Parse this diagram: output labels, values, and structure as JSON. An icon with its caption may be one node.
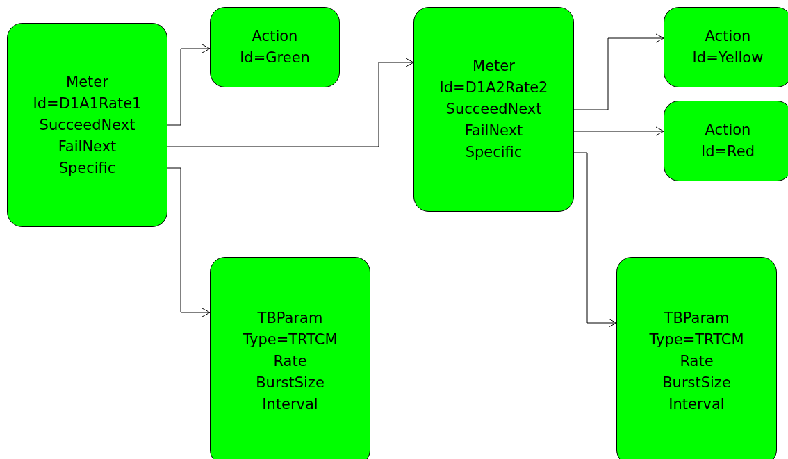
{
  "diagram": {
    "nodes": [
      {
        "text": [
          "Meter",
          "Id=D1A1Rate1",
          "SucceedNext",
          "FailNext",
          "Specific"
        ]
      },
      {
        "text": [
          "Action",
          "Id=Green"
        ]
      },
      {
        "text": [
          "TBParam",
          "Type=TRTCM",
          "Rate",
          "BurstSize",
          "Interval"
        ]
      },
      {
        "text": [
          "Meter",
          "Id=D1A2Rate2",
          "SucceedNext",
          "FailNext",
          "Specific"
        ]
      },
      {
        "text": [
          "Action",
          "Id=Yellow"
        ]
      },
      {
        "text": [
          "Action",
          "Id=Red"
        ]
      },
      {
        "text": [
          "TBParam",
          "Type=TRTCM",
          "Rate",
          "BurstSize",
          "Interval"
        ]
      }
    ],
    "edges": [
      {
        "from": 0,
        "to": 1,
        "arrow": "to"
      },
      {
        "from": 0,
        "to": 3,
        "arrow": "to"
      },
      {
        "from": 0,
        "to": 2,
        "arrow": "to"
      },
      {
        "from": 3,
        "to": 4,
        "arrow": "to"
      },
      {
        "from": 3,
        "to": 5,
        "arrow": "to"
      },
      {
        "from": 3,
        "to": 6,
        "arrow": "to"
      }
    ]
  }
}
